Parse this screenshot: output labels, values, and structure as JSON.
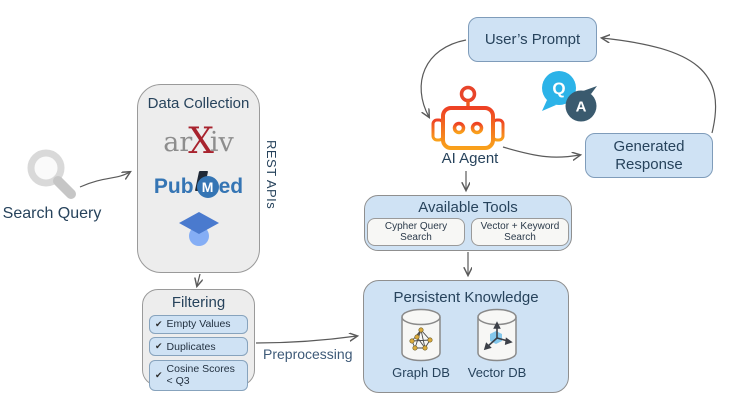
{
  "diagram": {
    "search_query": {
      "label": "Search Query"
    },
    "data_collection": {
      "title": "Data Collection",
      "side_label": "REST APIs",
      "arxiv": {
        "pre": "ar",
        "x": "X",
        "post": "iv"
      },
      "pubmed": {
        "pre": "Pub",
        "m": "M",
        "post": "ed"
      }
    },
    "filtering": {
      "title": "Filtering",
      "check": "✔",
      "items": [
        "Empty Values",
        "Duplicates",
        "Cosine Scores < Q3"
      ]
    },
    "preprocessing_label": "Preprocessing",
    "persistent_knowledge": {
      "title": "Persistent Knowledge",
      "databases": [
        {
          "label": "Graph DB"
        },
        {
          "label": "Vector DB"
        }
      ]
    },
    "available_tools": {
      "title": "Available Tools",
      "tools": [
        "Cypher Query Search",
        "Vector + Keyword Search"
      ]
    },
    "ai_agent": {
      "label": "AI Agent",
      "q_label": "Q",
      "a_label": "A"
    },
    "users_prompt": {
      "label": "User’s Prompt"
    },
    "generated_response": {
      "label": "Generated Response"
    },
    "colors": {
      "blue_fill": "#cfe2f4",
      "gray_fill": "#ededed",
      "robot_orange_top": "#ee4124",
      "robot_orange_bottom": "#f9a11b",
      "q_bubble": "#2cb3e8",
      "a_bubble": "#3a5a6e",
      "arxiv_red": "#a8232e",
      "pubmed_blue": "#3575b4",
      "arrow": "#5a5a5a",
      "text": "#27435c"
    }
  }
}
